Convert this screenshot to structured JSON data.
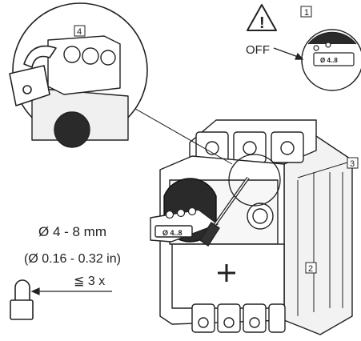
{
  "callouts": {
    "step_1": "1",
    "step_2": "2",
    "step_3": "3",
    "step_4": "4"
  },
  "warning": {
    "symbol": "!",
    "label": "OFF"
  },
  "dimensions": {
    "shackle_diameter_mm": "Ø 4 - 8 mm",
    "shackle_diameter_in": "(Ø 0.16 - 0.32 in)",
    "max_padlocks": "≦ 3 x"
  },
  "switch": {
    "handle_label": "Ø 4..8",
    "detail_label": "Ø 4..8"
  },
  "icons": {
    "warning": "warning-triangle-icon",
    "padlock": "padlock-icon",
    "screwdriver": "screwdriver-icon"
  },
  "colors": {
    "line": "#222222",
    "fill": "#ffffff",
    "shade": "#e6e6e6"
  }
}
